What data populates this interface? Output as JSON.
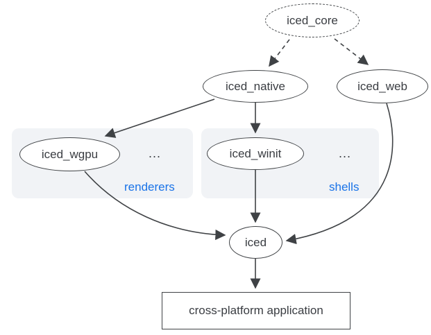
{
  "diagram": {
    "colors": {
      "background": "#ffffff",
      "stroke": "#3f4245",
      "group_background": "#f1f3f6",
      "group_label_blue": "#1a73e8",
      "text": "#3a3d42"
    },
    "nodes": {
      "iced_core": {
        "label": "iced_core"
      },
      "iced_native": {
        "label": "iced_native"
      },
      "iced_web": {
        "label": "iced_web"
      },
      "iced_wgpu": {
        "label": "iced_wgpu"
      },
      "iced_winit": {
        "label": "iced_winit"
      },
      "iced": {
        "label": "iced"
      },
      "application": {
        "label": "cross-platform application"
      }
    },
    "groups": {
      "renderers": {
        "label": "renderers",
        "ellipsis": "..."
      },
      "shells": {
        "label": "shells",
        "ellipsis": "..."
      }
    },
    "edges": [
      {
        "from": "iced_core",
        "to": "iced_native",
        "style": "dashed"
      },
      {
        "from": "iced_core",
        "to": "iced_web",
        "style": "dashed"
      },
      {
        "from": "iced_native",
        "to": "iced_wgpu",
        "style": "solid"
      },
      {
        "from": "iced_native",
        "to": "iced_winit",
        "style": "solid"
      },
      {
        "from": "iced_winit",
        "to": "iced",
        "style": "solid"
      },
      {
        "from": "iced_wgpu",
        "to": "iced",
        "style": "solid"
      },
      {
        "from": "iced_web",
        "to": "iced",
        "style": "solid"
      },
      {
        "from": "iced",
        "to": "application",
        "style": "solid"
      }
    ]
  }
}
